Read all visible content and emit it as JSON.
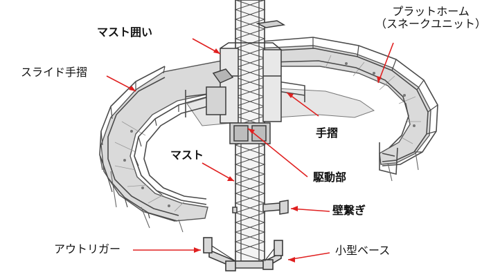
{
  "labels": {
    "mast_enclosure": "マスト囲い",
    "platform_line1": "プラットホーム",
    "platform_line2": "（スネークユニット）",
    "slide_handrail": "スライド手摺",
    "handrail": "手摺",
    "mast": "マスト",
    "drive_unit": "駆動部",
    "wall_tie": "壁繋ぎ",
    "outrigger": "アウトリガー",
    "small_base": "小型ベース"
  },
  "colors": {
    "leader": "#e02020",
    "steel": "#4a4a4a",
    "deck": "#d8d8d8"
  }
}
